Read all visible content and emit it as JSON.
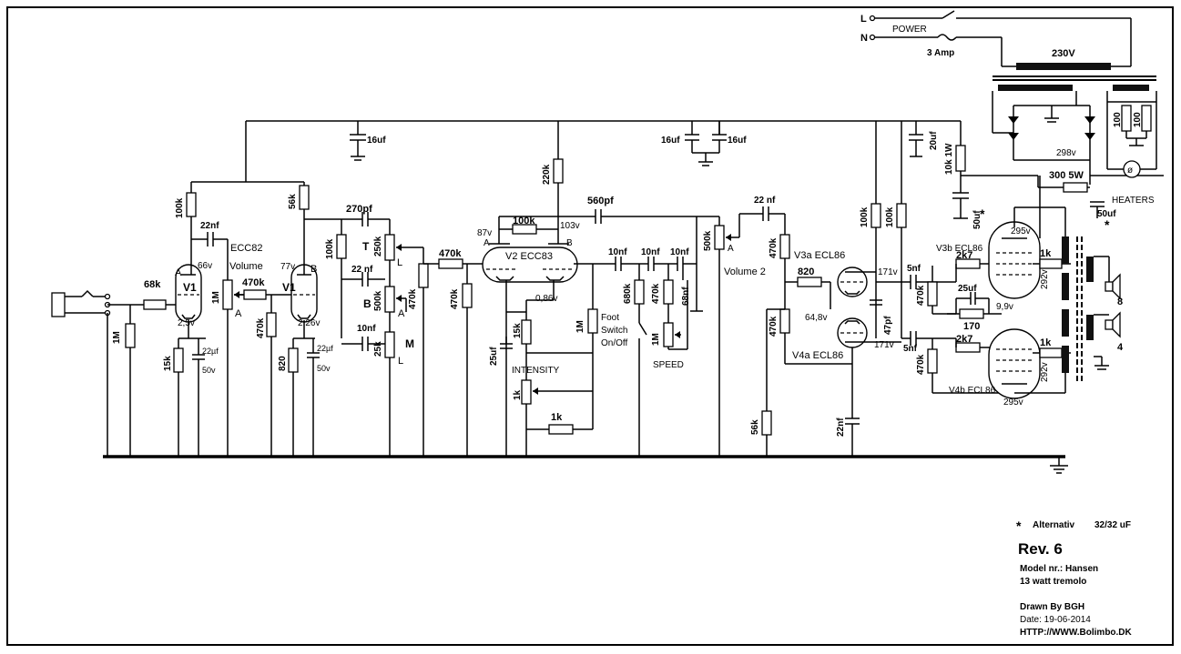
{
  "title_block": {
    "note_mark": "*",
    "note_label": "Alternativ",
    "note_value": "32/32 uF",
    "revision": "Rev. 6",
    "model": "Model nr.: Hansen",
    "description": "13 watt tremolo",
    "drawn_by": "Drawn By BGH",
    "date": "Date: 19-06-2014",
    "url": "HTTP://WWW.Bolimbo.DK"
  },
  "power": {
    "line_l": "L",
    "line_n": "N",
    "switch_label": "POWER",
    "fuse_label": "3 Amp",
    "mains_voltage": "230V",
    "hv_voltage": "298v",
    "heaters_label": "HEATERS",
    "heater_res_1": "100",
    "heater_res_2": "100",
    "pilot_lamp": "ø",
    "res_300": "300 5W",
    "res_10k": "10k 1W",
    "cap_50_top": "50uf",
    "cap_50_bottom": "50uf",
    "cap_20": "20uf",
    "star_1": "*",
    "star_2": "*"
  },
  "supply_caps": {
    "c1": "16uf",
    "c2": "16uf",
    "c3": "16uf"
  },
  "preamp": {
    "tube_type": "ECC82",
    "v1": "V1",
    "pin_a": "A",
    "pin_b": "B",
    "r_68k": "68k",
    "r_1m_in": "1M",
    "r_100k": "100k",
    "c_22nf": "22nf",
    "v_66": "66v",
    "v_25": "2,5v",
    "r_15k": "15k",
    "c_22uf_1": "22µf",
    "v_50_1": "50v",
    "pot_volume": "Volume",
    "pot_1m": "1M",
    "pot_a": "A",
    "r_470k": "470k",
    "r_56k": "56k",
    "v_77": "77v",
    "v1b": "V1",
    "r_470k_grid": "470k",
    "v_226": "2,26v",
    "r_820": "820",
    "c_22uf_2": "22µf",
    "v_50_2": "50v"
  },
  "tonestack": {
    "c_270pf": "270pf",
    "r_100k": "100k",
    "t_label": "T",
    "pot_250k": "250k",
    "l1": "L",
    "c_22nf": "22 nf",
    "b_label": "B",
    "pot_500k": "500k",
    "a1": "A",
    "c_10nf": "10nf",
    "pot_25k": "25k",
    "m_label": "M",
    "l2": "L",
    "r_470k_a": "470k",
    "r_470k_b": "470k",
    "r_470k_c": "470k"
  },
  "tremolo": {
    "r_220k": "220k",
    "c_560pf": "560pf",
    "v_87": "87v",
    "r_100k": "100k",
    "v_103": "103v",
    "tube": "V2 ECC83",
    "pin_a": "A",
    "pin_b": "B",
    "v_086": "0,86v",
    "r_15k": "15k",
    "c_25uf": "25uf",
    "r_1m": "1M",
    "foot_switch": "Foot",
    "foot_switch_2": "Switch",
    "foot_switch_3": "On/Off",
    "intensity": "INTENSITY",
    "pot_1k": "1k",
    "r_1k": "1k",
    "c_10nf_1": "10nf",
    "c_10nf_2": "10nf",
    "c_10nf_3": "10nf",
    "r_680k": "680k",
    "r_470k": "470k",
    "c_68nf": "68nf",
    "pot_1m": "1M",
    "speed": "SPEED",
    "pot_500k": "500k",
    "volume2": "Volume 2",
    "pot_a": "A"
  },
  "phase_inverter": {
    "c_22nf": "22 nf",
    "r_470k_1": "470k",
    "r_470k_2": "470k",
    "v3a": "V3a  ECL86",
    "r_820": "820",
    "v_648": "64,8v",
    "v4a": "V4a ECL86",
    "r_56k": "56k",
    "c_22nf_2": "22nf",
    "r_100k_1": "100k",
    "r_100k_2": "100k",
    "c_47pf": "47pf",
    "v_171_1": "171v",
    "v_171_2": "171v",
    "c_5nf_1": "5nf",
    "c_5nf_2": "5nf"
  },
  "power_amp": {
    "v3b": "V3b ECL86",
    "v4b": "V4b ECL86",
    "v_295_1": "295v",
    "v_295_2": "295v",
    "r_2k7_1": "2k7",
    "r_2k7_2": "2k7",
    "r_470k_1": "470k",
    "r_470k_2": "470k",
    "c_25uf": "25uf",
    "v_99": "9,9v",
    "r_170": "170",
    "r_1k_1": "1k",
    "r_1k_2": "1k",
    "v_292_1": "292v",
    "v_292_2": "292v",
    "out_8": "8",
    "out_4": "4"
  }
}
